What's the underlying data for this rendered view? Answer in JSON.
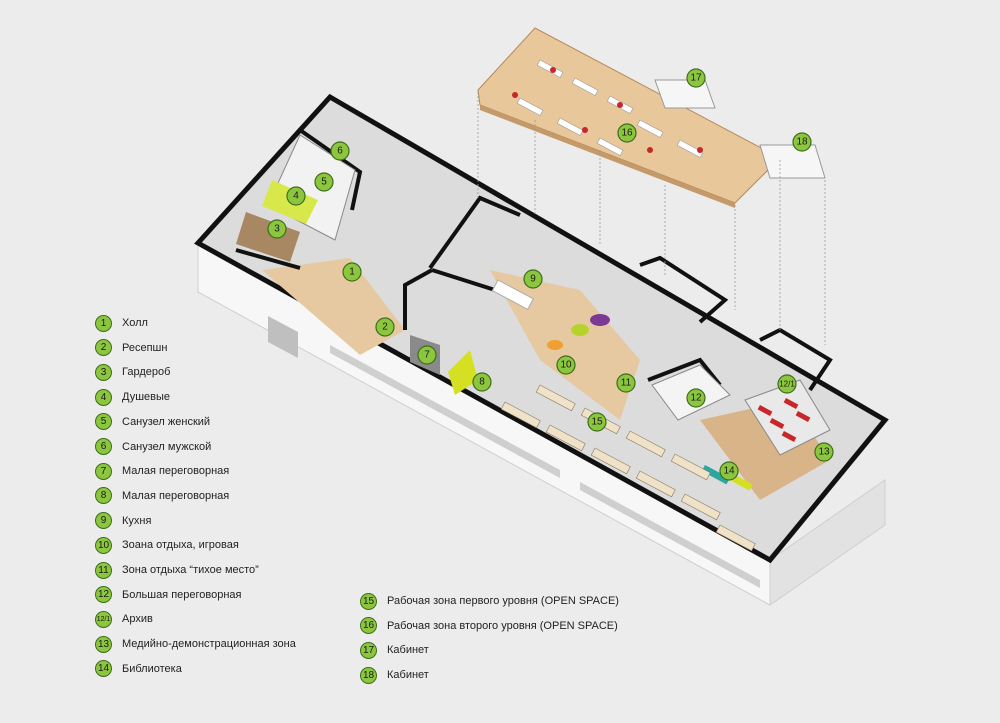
{
  "colors": {
    "background": "#ececec",
    "marker_fill": "#8cc63f",
    "marker_stroke": "#3c6e1a",
    "wall": "#111111",
    "floor_wood": "#e6c9a0",
    "floor_grey": "#d8d8d8",
    "accent_yellow": "#d4e021",
    "accent_red": "#c8262b",
    "accent_purple": "#7b3a96"
  },
  "plan_markers": [
    "1",
    "2",
    "3",
    "4",
    "5",
    "6",
    "7",
    "8",
    "9",
    "10",
    "11",
    "12",
    "12/1",
    "13",
    "14",
    "15",
    "16",
    "17",
    "18"
  ],
  "legend": {
    "left": [
      {
        "num": "1",
        "label": "Холл"
      },
      {
        "num": "2",
        "label": "Ресепшн"
      },
      {
        "num": "3",
        "label": "Гардероб"
      },
      {
        "num": "4",
        "label": "Душевые"
      },
      {
        "num": "5",
        "label": "Санузел женский"
      },
      {
        "num": "6",
        "label": "Санузел мужской"
      },
      {
        "num": "7",
        "label": "Малая переговорная"
      },
      {
        "num": "8",
        "label": "Малая переговорная"
      },
      {
        "num": "9",
        "label": "Кухня"
      },
      {
        "num": "10",
        "label": "Зоана отдыха, игровая"
      },
      {
        "num": "11",
        "label": "Зона отдыха “тихое место”"
      },
      {
        "num": "12",
        "label": "Большая переговорная"
      },
      {
        "num": "12/1",
        "label": "Архив"
      },
      {
        "num": "13",
        "label": "Медийно-демонстрационная зона"
      },
      {
        "num": "14",
        "label": "Библиотека"
      }
    ],
    "right": [
      {
        "num": "15",
        "label": "Рабочая зона первого уровня (OPEN SPACE)"
      },
      {
        "num": "16",
        "label": "Рабочая зона второго уровня (OPEN SPACE)"
      },
      {
        "num": "17",
        "label": "Кабинет"
      },
      {
        "num": "18",
        "label": "Кабинет"
      }
    ]
  }
}
